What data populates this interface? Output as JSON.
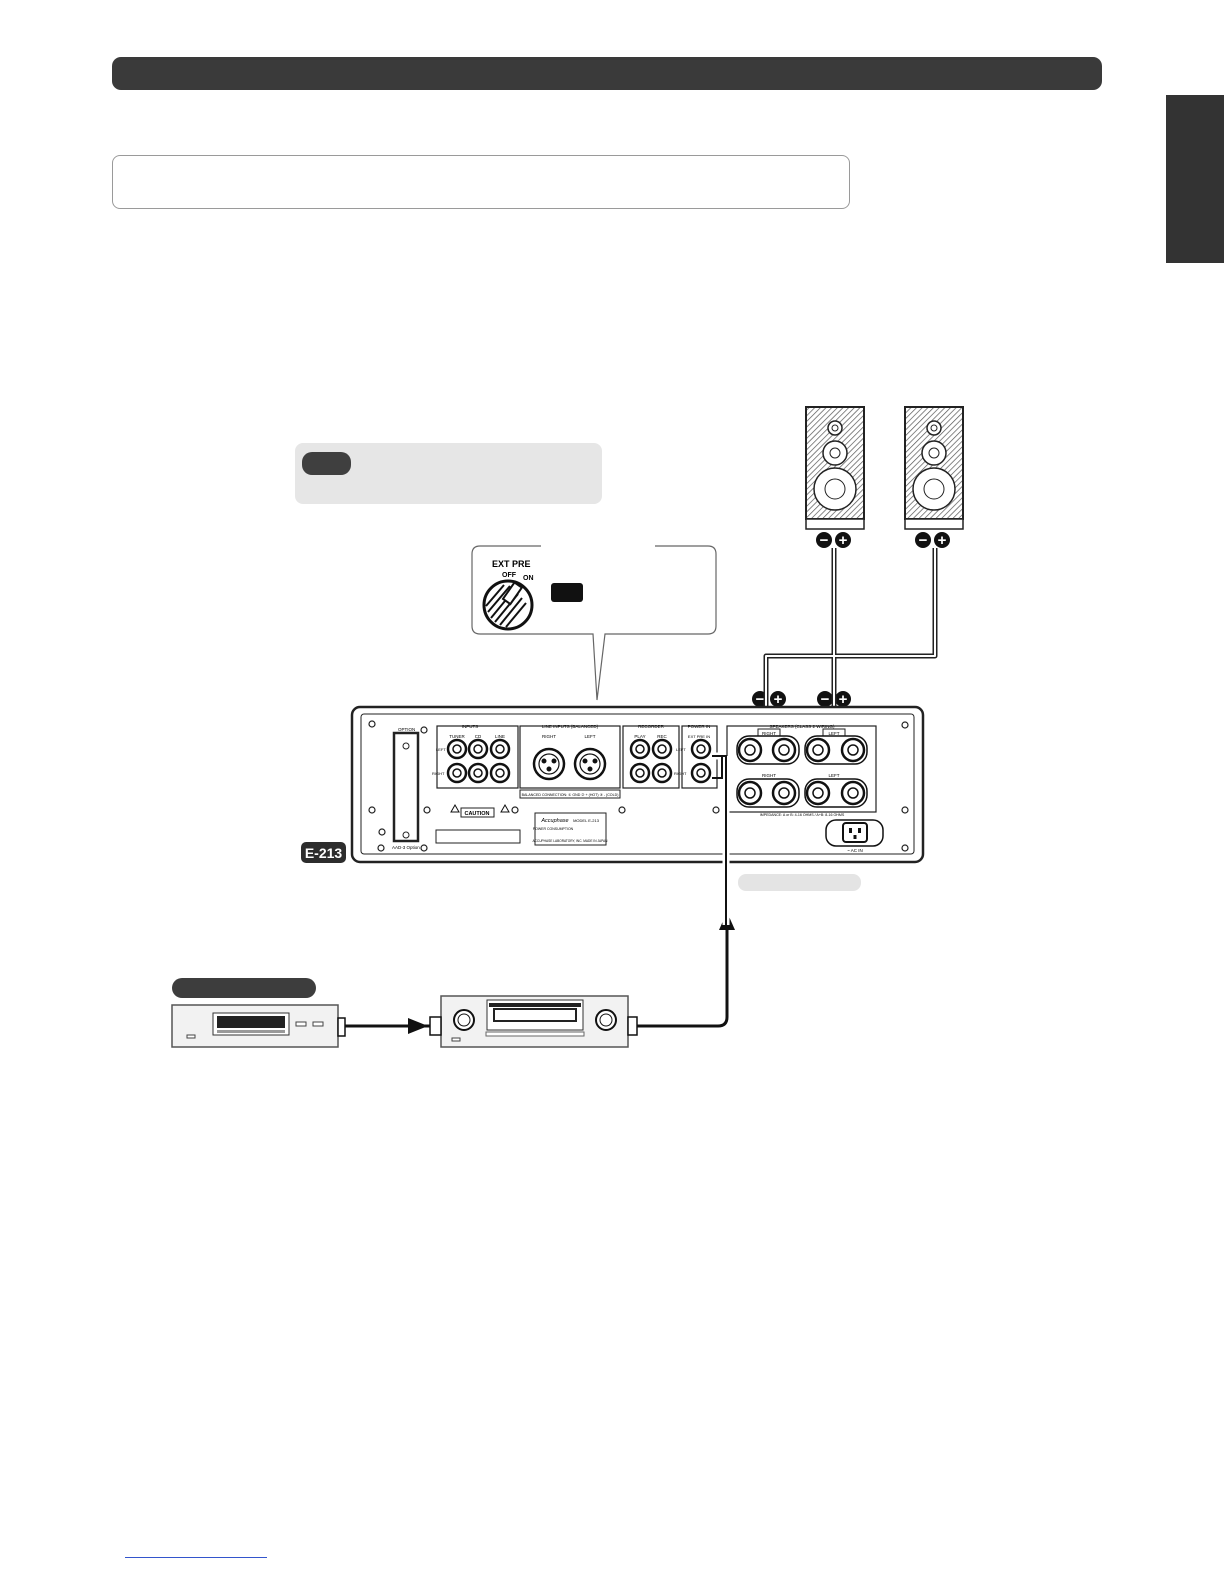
{
  "switch": {
    "title": "EXT PRE",
    "off_label": "OFF",
    "on_label": "ON"
  },
  "amplifier": {
    "model_badge": "E-213",
    "sections": {
      "option": "OPTION",
      "inputs": "INPUTS",
      "tuner": "TUNER",
      "cd": "CD",
      "line": "LINE",
      "left": "LEFT",
      "right": "RIGHT",
      "line_inputs_balanced": "LINE INPUTS (BALANCED)",
      "bal_right": "RIGHT",
      "bal_left": "LEFT",
      "balanced_connection": "BALANCED CONNECTION: ① GND ② + (HOT) ③ - (COLD)",
      "recorder": "RECORDER",
      "play": "PLAY",
      "rec": "REC",
      "power_in": "POWER IN",
      "ext_pre": "EXT PRE IN",
      "pin_left": "LEFT",
      "pin_right": "RIGHT",
      "speakers": "SPEAKERS (CLASS 2 WIRING)",
      "sp_right": "RIGHT",
      "sp_left": "LEFT",
      "impedance": "IMPEDANCE: A or B: 4-16 OHMS / A+B: 8-16 OHMS",
      "ac_in": "~ AC IN",
      "caution": "CAUTION",
      "brand": "Accuphase",
      "model_label": "MODEL E-213",
      "power_consumption": "POWER CONSUMPTION",
      "made_in": "ACCUPHASE LABORATORY, INC. MADE IN JAPAN",
      "slot": "AAD-3 Option"
    }
  },
  "polarity": {
    "minus": "−",
    "plus": "+"
  }
}
